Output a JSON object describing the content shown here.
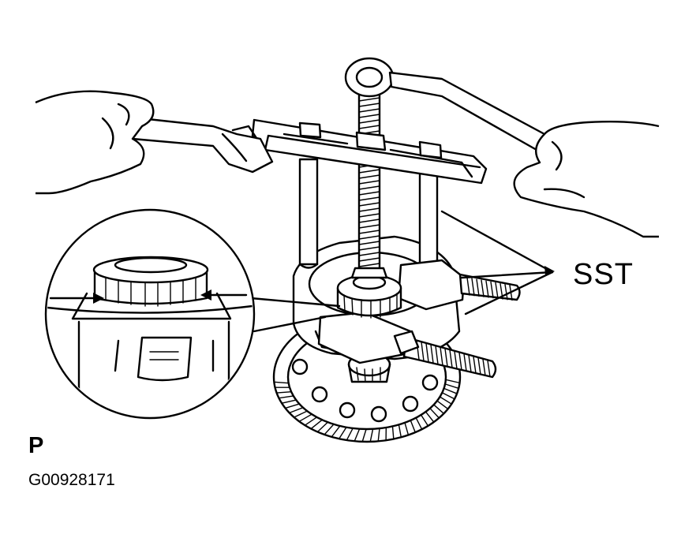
{
  "figure": {
    "callout_label": "SST",
    "view_letter": "P",
    "figure_code": "G00928171"
  },
  "colors": {
    "ink": "#000000",
    "paper": "#ffffff"
  }
}
